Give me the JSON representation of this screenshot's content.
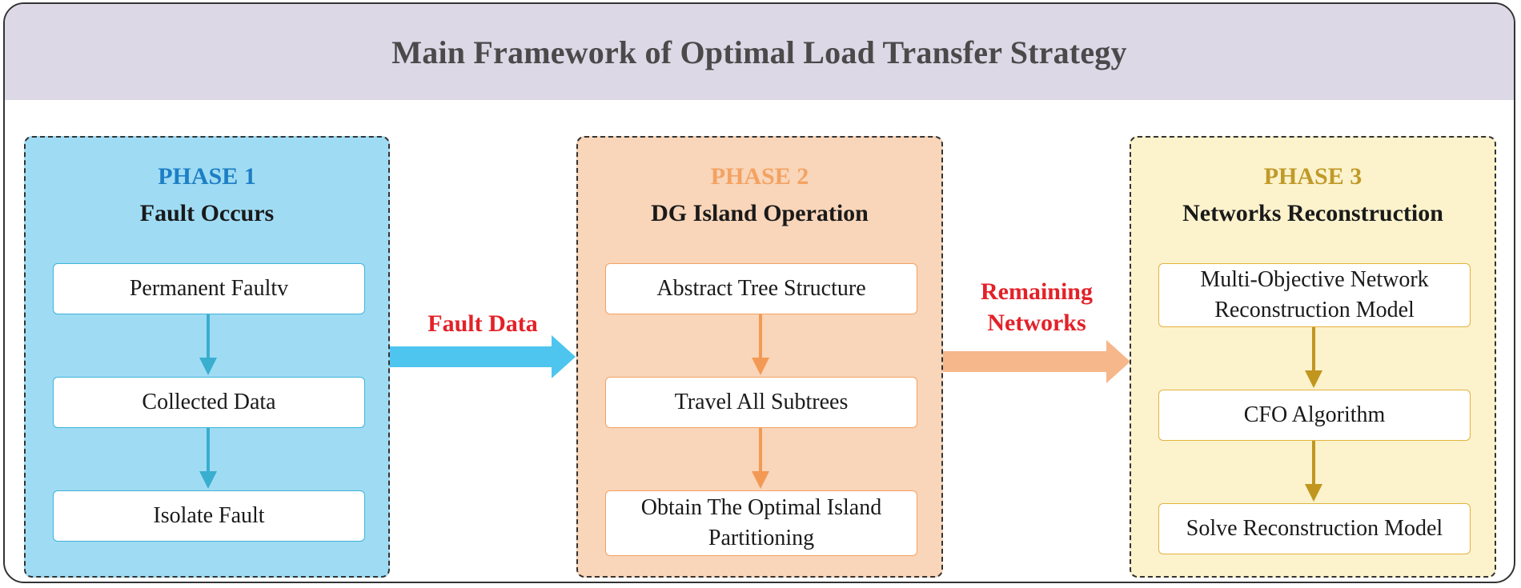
{
  "title": "Main Framework of Optimal Load Transfer Strategy",
  "phases": [
    {
      "number": "PHASE 1",
      "title": "Fault Occurs",
      "steps": [
        "Permanent Faultv",
        "Collected Data",
        "Isolate Fault"
      ],
      "color": "#9fdcf4",
      "accent": "#1d7ec4"
    },
    {
      "number": "PHASE 2",
      "title": "DG Island Operation",
      "steps": [
        "Abstract Tree Structure",
        "Travel All Subtrees",
        "Obtain The Optimal Island Partitioning"
      ],
      "color": "#f9d5b9",
      "accent": "#f3a262"
    },
    {
      "number": "PHASE 3",
      "title": "Networks Reconstruction",
      "steps": [
        "Multi-Objective Network Reconstruction Model",
        "CFO Algorithm",
        "Solve Reconstruction Model"
      ],
      "color": "#fcf2cc",
      "accent": "#c09a28"
    }
  ],
  "flows": [
    {
      "label": "Fault Data",
      "color": "#4ec5ef"
    },
    {
      "label": "Remaining Networks",
      "color": "#f6b78a"
    }
  ]
}
